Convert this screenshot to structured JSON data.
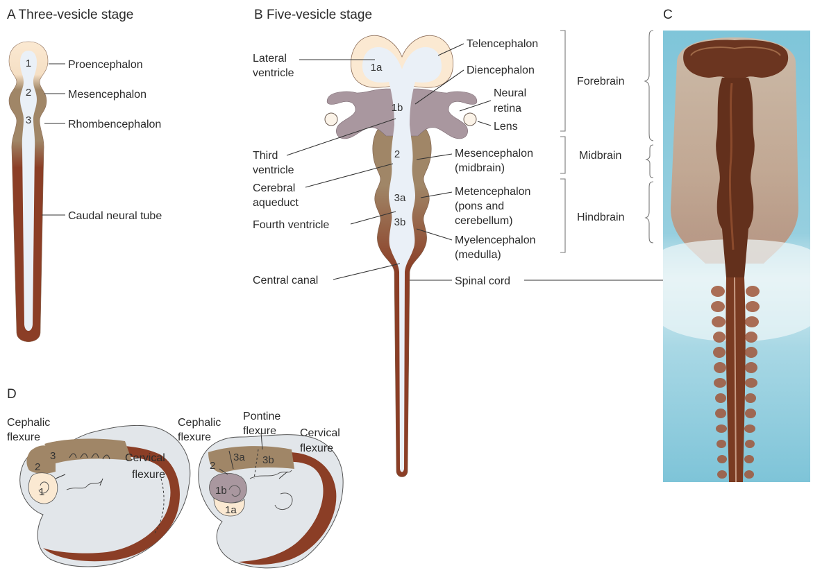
{
  "panels": {
    "A": "A  Three-vesicle stage",
    "B": "B  Five-vesicle stage",
    "C": "C",
    "D": "D"
  },
  "panel_a": {
    "vesicles": [
      "1",
      "2",
      "3"
    ],
    "labels": [
      "Proencephalon",
      "Mesencephalon",
      "Rhombencephalon",
      "Caudal neural tube"
    ]
  },
  "panel_b": {
    "vesicles": [
      "1a",
      "1b",
      "2",
      "3a",
      "3b"
    ],
    "left_labels": [
      "Lateral",
      "ventricle",
      "Third",
      "ventricle",
      "Cerebral",
      "aqueduct",
      "Fourth ventricle",
      "Central canal"
    ],
    "right_labels": [
      "Telencephalon",
      "Diencephalon",
      "Neural",
      "retina",
      "Lens",
      "Mesencephalon",
      "(midbrain)",
      "Metencephalon",
      "(pons and",
      "cerebellum)",
      "Myelencephalon",
      "(medulla)",
      "Spinal cord"
    ],
    "regions": [
      "Forebrain",
      "Midbrain",
      "Hindbrain"
    ]
  },
  "panel_d": {
    "left_labels": [
      "Cephalic",
      "flexure",
      "Cervical",
      "flexure"
    ],
    "left_vesicles": [
      "1",
      "2",
      "3"
    ],
    "right_labels": [
      "Cephalic",
      "flexure",
      "Pontine",
      "flexure",
      "Cervical",
      "flexure"
    ],
    "right_vesicles": [
      "1a",
      "1b",
      "2",
      "3a",
      "3b"
    ]
  },
  "colors": {
    "prosencephalon": "#fbe9d2",
    "diencephalon": "#a9979f",
    "midbrain": "#a08667",
    "spinal_cord": "#8b3e26",
    "lumen": "#eaf0f7",
    "embryo_body": "#e2e6ea",
    "photo_background": "#7ec4d8",
    "photo_tissue": "#5e2d18"
  }
}
